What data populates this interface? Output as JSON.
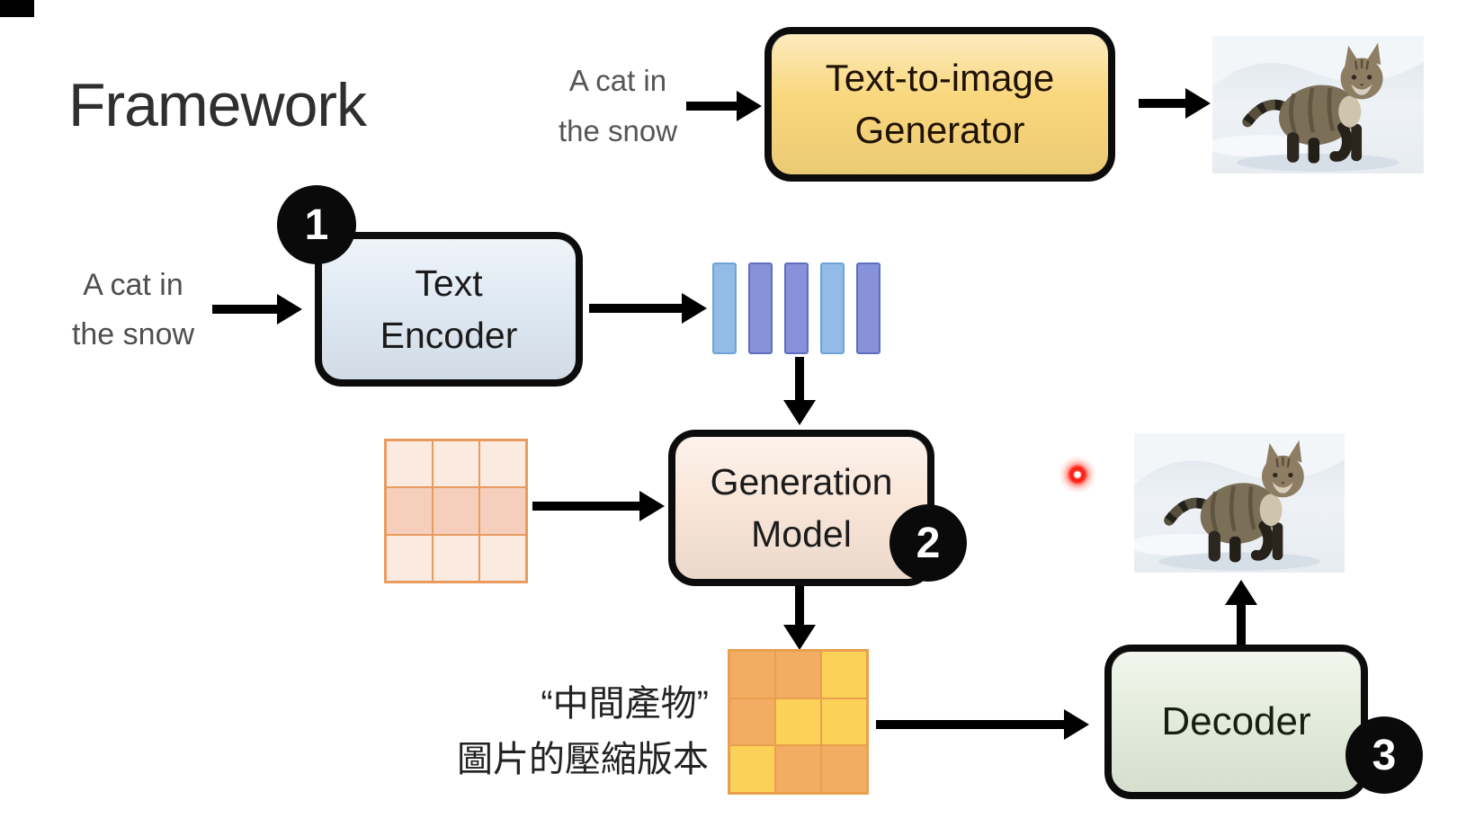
{
  "title": "Framework",
  "prompt_top": {
    "line1": "A cat in",
    "line2": "the snow"
  },
  "prompt_left": {
    "line1": "A cat in",
    "line2": "the snow"
  },
  "generator": {
    "line1": "Text-to-image",
    "line2": "Generator",
    "fill": "#f9d77c"
  },
  "encoder": {
    "line1": "Text",
    "line2": "Encoder",
    "fill": "#dfe9f3",
    "badge": "1"
  },
  "generation": {
    "line1": "Generation",
    "line2": "Model",
    "fill": "#f9e6d8",
    "badge": "2"
  },
  "decoder": {
    "label": "Decoder",
    "fill": "#e4ecdb",
    "badge": "3"
  },
  "caption": {
    "line1": "“中間產物”",
    "line2": "圖片的壓縮版本"
  },
  "embedding_bars": {
    "pattern": [
      "light",
      "dark",
      "dark",
      "light",
      "dark"
    ],
    "colors": {
      "light": "#92bce6",
      "dark": "#8692d9",
      "light_border": "#6fa3d8",
      "dark_border": "#5f6ec0"
    }
  },
  "noise_grid": {
    "border": "#e89b5e",
    "cell_colors": {
      "light": "#fbeae0",
      "medium": "#f5cfbc"
    },
    "rows": [
      [
        "light",
        "light",
        "light"
      ],
      [
        "medium",
        "medium",
        "medium"
      ],
      [
        "light",
        "light",
        "light"
      ]
    ]
  },
  "latent_grid": {
    "border": "#e8a04f",
    "cell_colors": {
      "orange": "#f2ac63",
      "yellow": "#fcd158"
    },
    "rows": [
      [
        "orange",
        "orange",
        "yellow"
      ],
      [
        "orange",
        "yellow",
        "yellow"
      ],
      [
        "yellow",
        "orange",
        "orange"
      ]
    ]
  },
  "laser_pointer": {
    "color": "#ff2114"
  },
  "photos": {
    "top": "cat-in-snow-photo",
    "right": "cat-in-snow-photo"
  }
}
